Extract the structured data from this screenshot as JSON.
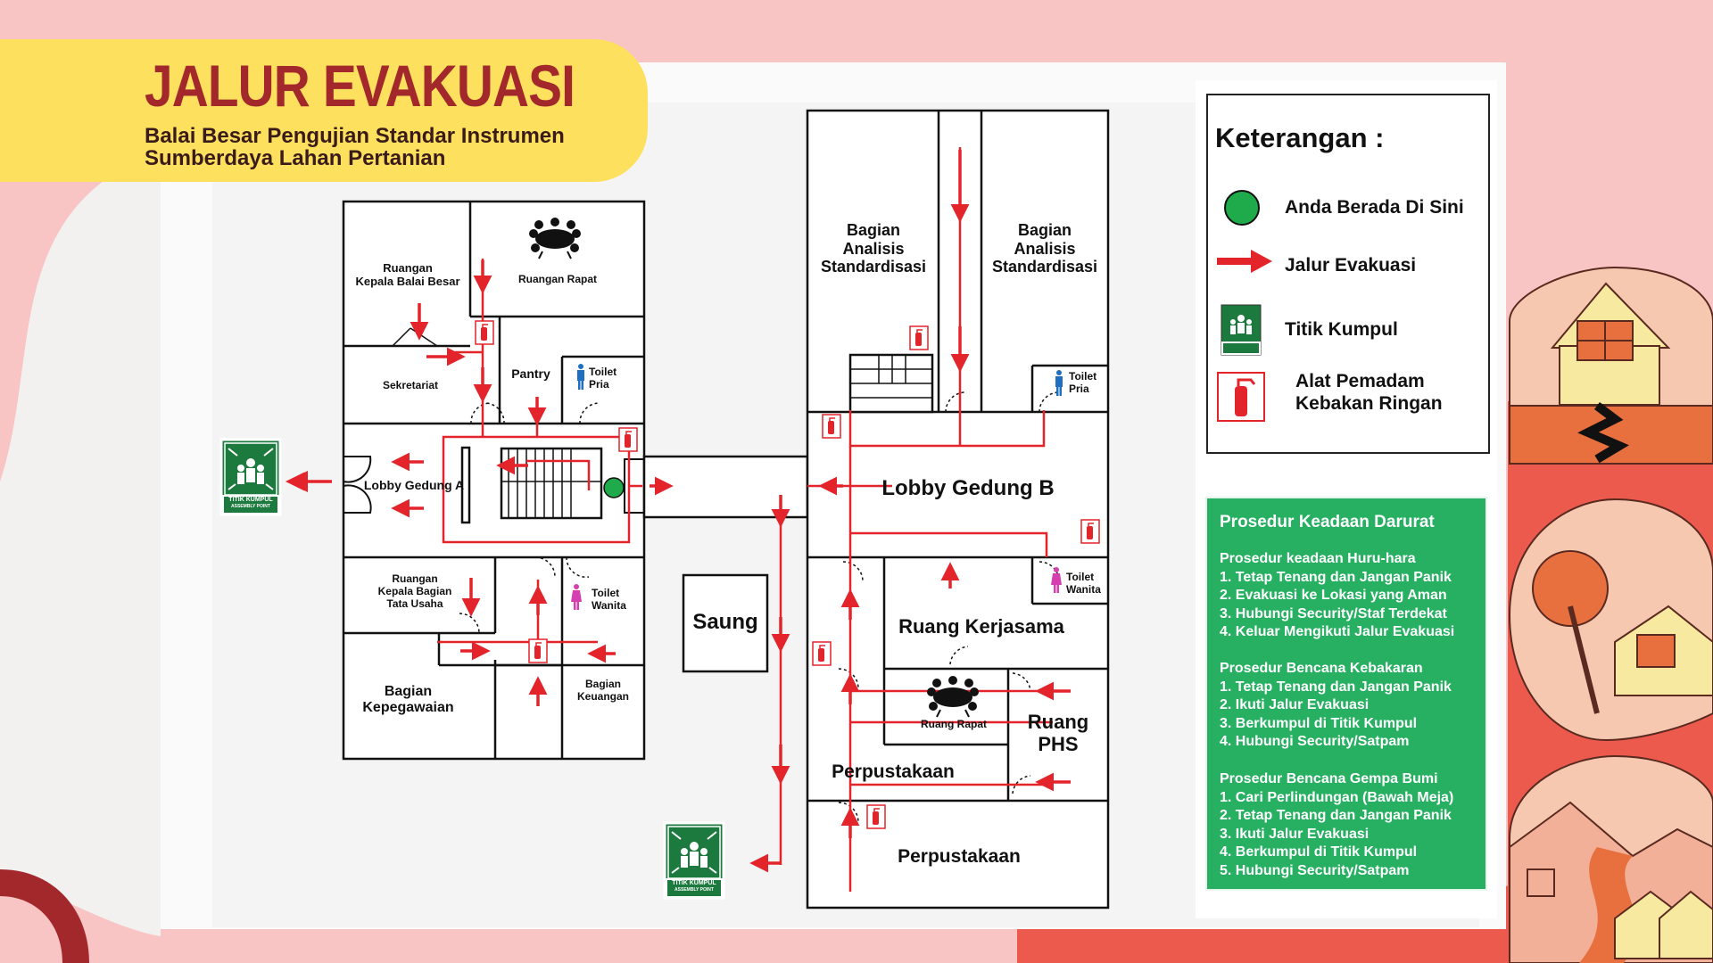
{
  "banner": {
    "title": "JALUR EVAKUASI",
    "subtitle_1": "Balai Besar Pengujian Standar Instrumen",
    "subtitle_2": "Sumberdaya Lahan Pertanian"
  },
  "rooms": {
    "kepala_balai": "Ruangan\nKepala Balai Besar",
    "rapat_a": "Ruangan Rapat",
    "sekretariat": "Sekretariat",
    "pantry": "Pantry",
    "toilet_pria_a": "Toilet\nPria",
    "lobby_a": "Lobby Gedung A",
    "kepala_tata_usaha": "Ruangan\nKepala Bagian\nTata Usaha",
    "toilet_wanita_a": "Toilet\nWanita",
    "kepegawaian": "Bagian\nKepegawaian",
    "keuangan": "Bagian\nKeuangan",
    "saung": "Saung",
    "analisis_1": "Bagian\nAnalisis\nStandardisasi",
    "analisis_2": "Bagian\nAnalisis\nStandardisasi",
    "toilet_pria_b": "Toilet\nPria",
    "lobby_b": "Lobby Gedung B",
    "toilet_wanita_b": "Toilet\nWanita",
    "kerjasama": "Ruang Kerjasama",
    "rapat_b": "Ruang Rapat",
    "phs": "Ruang\nPHS",
    "perpustakaan_1": "Perpustakaan",
    "perpustakaan_2": "Perpustakaan"
  },
  "assembly_sign": {
    "line1": "TITIK KUMPUL",
    "line2": "ASSEMBLY POINT"
  },
  "legend": {
    "title": "Keterangan :",
    "items": [
      {
        "icon": "green-dot-icon",
        "label": "Anda Berada Di Sini"
      },
      {
        "icon": "red-arrow-icon",
        "label": "Jalur Evakuasi"
      },
      {
        "icon": "assembly-point-icon",
        "label": "Titik Kumpul"
      },
      {
        "icon": "fire-extinguisher-icon",
        "label": "Alat Pemadam\nKebakan Ringan"
      }
    ]
  },
  "procedures": {
    "title": "Prosedur Keadaan Darurat",
    "sections": [
      {
        "heading": "Prosedur keadaan Huru-hara",
        "steps": [
          "1. Tetap Tenang dan Jangan Panik",
          "2. Evakuasi ke Lokasi yang Aman",
          "3. Hubungi Security/Staf Terdekat",
          "4. Keluar Mengikuti Jalur Evakuasi"
        ]
      },
      {
        "heading": "Prosedur Bencana Kebakaran",
        "steps": [
          "1. Tetap Tenang dan Jangan Panik",
          "2. Ikuti Jalur Evakuasi",
          "3. Berkumpul di Titik Kumpul",
          "4. Hubungi Security/Satpam"
        ]
      },
      {
        "heading": "Prosedur Bencana Gempa Bumi",
        "steps": [
          "1. Cari Perlindungan (Bawah Meja)",
          "2. Tetap Tenang dan Jangan Panik",
          "3. Ikuti Jalur Evakuasi",
          "4. Berkumpul di Titik Kumpul",
          "5. Hubungi Security/Satpam"
        ]
      }
    ]
  },
  "colors": {
    "route": "#e3242b",
    "you_are_here": "#1faa4b",
    "assembly_green": "#1d7a3e",
    "banner": "#fde05d",
    "title": "#a2282c",
    "procedure_panel": "#27b062"
  }
}
